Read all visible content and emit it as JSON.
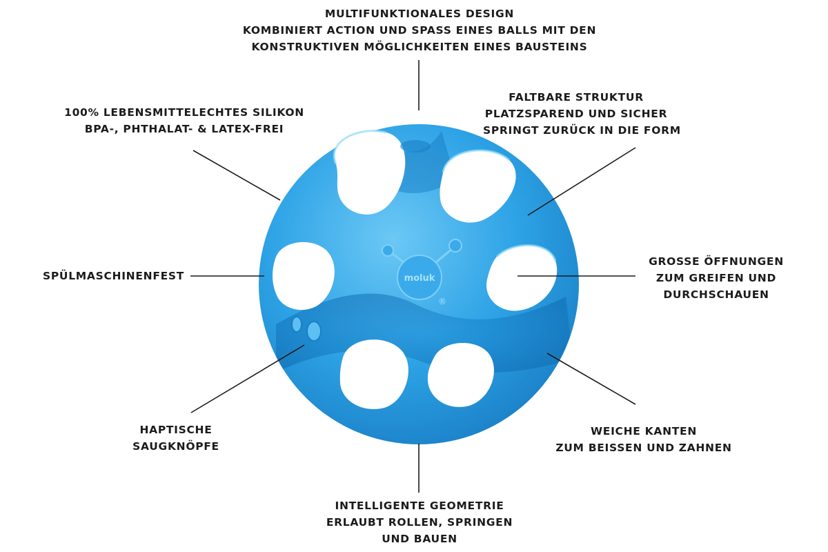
{
  "callouts": {
    "top": {
      "lines": [
        "MULTIFUNKTIONALES DESIGN",
        "KOMBINIERT ACTION UND SPASS EINES BALLS MIT DEN",
        "KONSTRUKTIVEN MÖGLICHKEITEN EINES BAUSTEINS"
      ]
    },
    "top_left": {
      "lines": [
        "100% LEBENSMITTELECHTES SILIKON",
        "BPA-, PHTHALAT- & LATEX-FREI"
      ]
    },
    "top_right": {
      "lines": [
        "FALTBARE STRUKTUR",
        "PLATZSPAREND UND SICHER",
        "SPRINGT ZURÜCK IN DIE FORM"
      ]
    },
    "left": {
      "lines": [
        "SPÜLMASCHINENFEST"
      ]
    },
    "right": {
      "lines": [
        "GROSSE ÖFFNUNGEN",
        "ZUM GREIFEN UND",
        "DURCHSCHAUEN"
      ]
    },
    "bottom_left": {
      "lines": [
        "HAPTISCHE",
        "SAUGKNÖPFE"
      ]
    },
    "bottom_right": {
      "lines": [
        "WEICHE KANTEN",
        "ZUM BEISSEN UND ZAHNEN"
      ]
    },
    "bottom": {
      "lines": [
        "INTELLIGENTE GEOMETRIE",
        "ERLAUBT ROLLEN, SPRINGEN",
        "UND BAUEN"
      ]
    }
  },
  "product": {
    "logo_text": "moluk",
    "trademark": "®",
    "color": "#2ea3e6",
    "color_dark": "#1478c0",
    "color_light": "#7fd0f7"
  },
  "colors": {
    "text": "#1b1b1b",
    "leader_lines": "#1b1b1b",
    "background": "#ffffff"
  }
}
